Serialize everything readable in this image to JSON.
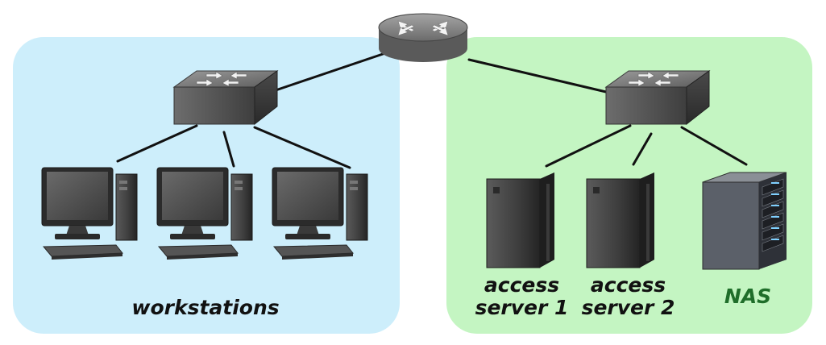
{
  "zones": {
    "workstations": {
      "label": "workstations",
      "color": "#cdeefb"
    },
    "servers": {
      "color": "#c4f5c2"
    }
  },
  "servers": {
    "access_server_1": {
      "line1": "access",
      "line2": "server 1"
    },
    "access_server_2": {
      "line1": "access",
      "line2": "server 2"
    },
    "nas": {
      "label": "NAS",
      "color": "#1f6e2a"
    }
  },
  "devices": {
    "router": {
      "icon": "router-icon"
    },
    "switches": [
      "switch-icon",
      "switch-icon"
    ],
    "workstations": [
      "desktop-computer-icon",
      "desktop-computer-icon",
      "desktop-computer-icon"
    ],
    "servers": [
      "tower-server-icon",
      "tower-server-icon",
      "nas-server-icon"
    ]
  }
}
